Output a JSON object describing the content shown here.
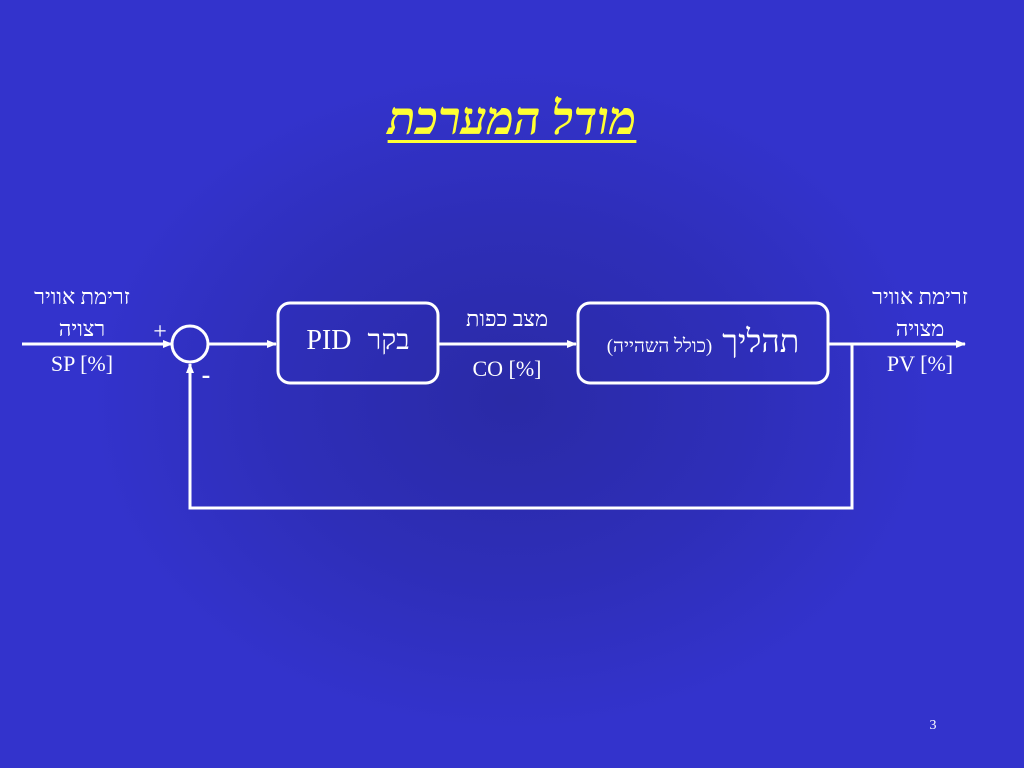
{
  "slide": {
    "title": "מודל המערכת",
    "page_number": "3"
  },
  "diagram": {
    "setpoint": {
      "line1": "זרימת אוויר",
      "line2": "רצויה",
      "line3": "SP [%]"
    },
    "summing_junction": {
      "plus": "+",
      "minus": "-"
    },
    "controller": {
      "label": "בקר",
      "type": "PID"
    },
    "controller_output": {
      "line1": "מצב כפות",
      "line2": "CO [%]"
    },
    "process": {
      "label": "תהליך",
      "note": "(כולל השהייה)"
    },
    "process_variable": {
      "line1": "זרימת אוויר",
      "line2": "מצויה",
      "line3": "PV [%]"
    }
  }
}
